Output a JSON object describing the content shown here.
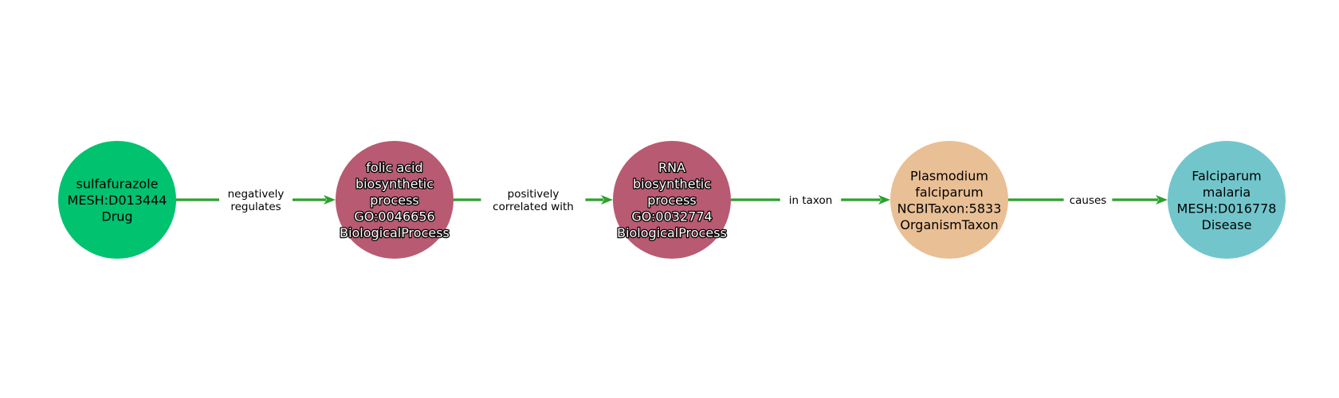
{
  "diagram": {
    "edge_color": "#2ca02c",
    "nodes": [
      {
        "id": "sulfafurazole",
        "lines": [
          "sulfafurazole",
          "MESH:D013444",
          "Drug"
        ],
        "color": "#00c26f",
        "text_style": "plain"
      },
      {
        "id": "folic-acid",
        "lines": [
          "folic acid",
          "biosynthetic",
          "process",
          "GO:0046656",
          "BiologicalProcess"
        ],
        "color": "#b85a71",
        "text_style": "outlined"
      },
      {
        "id": "rna",
        "lines": [
          "RNA",
          "biosynthetic",
          "process",
          "GO:0032774",
          "BiologicalProcess"
        ],
        "color": "#b85a71",
        "text_style": "outlined"
      },
      {
        "id": "plasmodium",
        "lines": [
          "Plasmodium",
          "falciparum",
          "NCBITaxon:5833",
          "OrganismTaxon"
        ],
        "color": "#e9bf95",
        "text_style": "plain"
      },
      {
        "id": "falciparum-malaria",
        "lines": [
          "Falciparum",
          "malaria",
          "MESH:D016778",
          "Disease"
        ],
        "color": "#72c6cb",
        "text_style": "plain"
      }
    ],
    "edges": [
      {
        "from": 0,
        "to": 1,
        "label_lines": [
          "negatively",
          "regulates"
        ]
      },
      {
        "from": 1,
        "to": 2,
        "label_lines": [
          "positively",
          "correlated with"
        ]
      },
      {
        "from": 2,
        "to": 3,
        "label_lines": [
          "in taxon"
        ]
      },
      {
        "from": 3,
        "to": 4,
        "label_lines": [
          "causes"
        ]
      }
    ]
  }
}
